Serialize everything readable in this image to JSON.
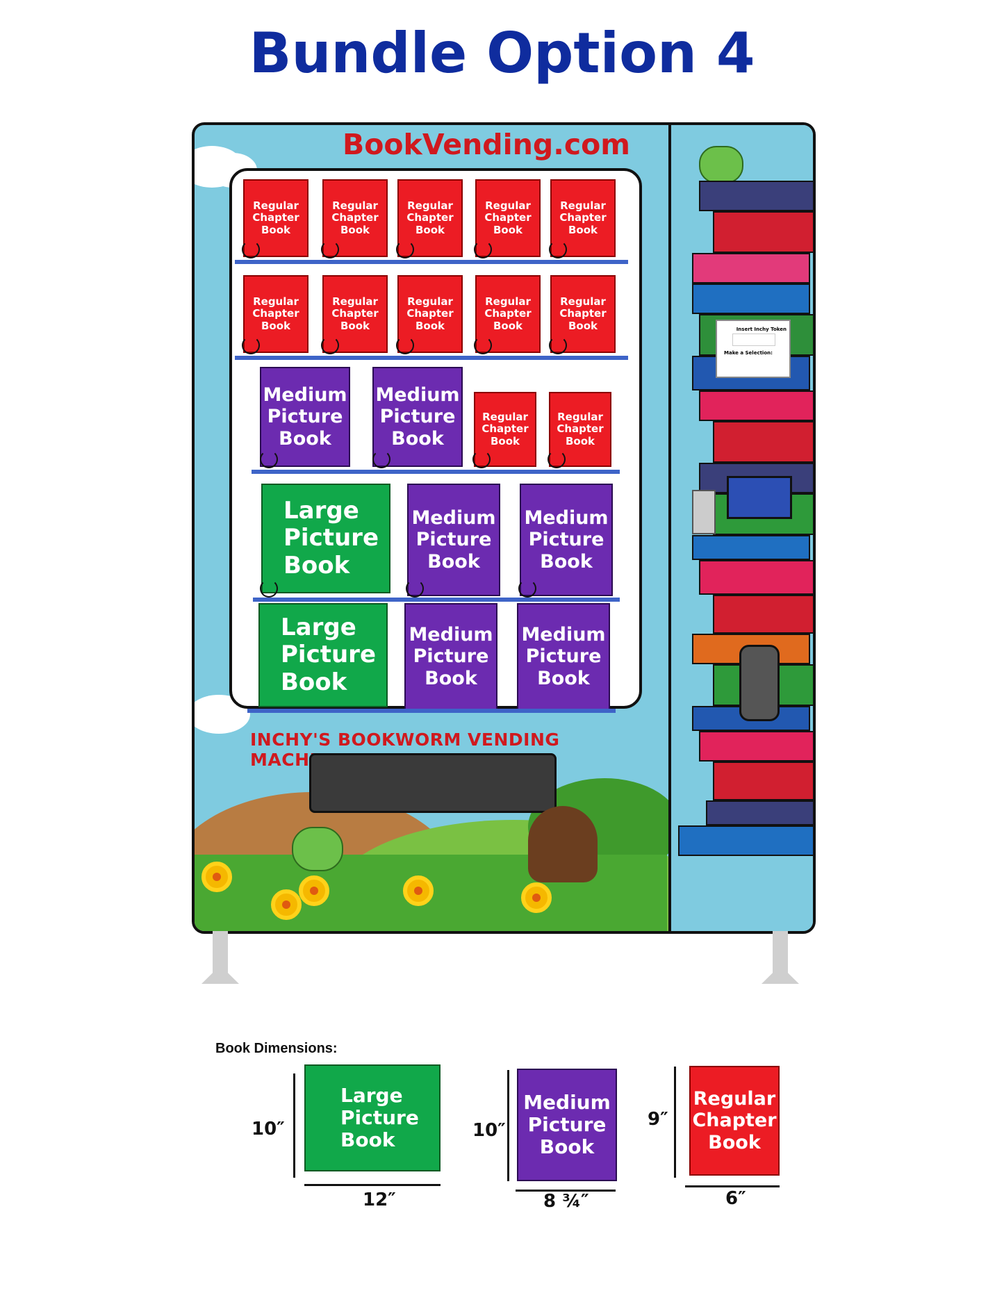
{
  "title": "Bundle Option 4",
  "brand": "BookVending.com",
  "machine_name": "INCHY'S BOOKWORM VENDING MACHINE",
  "token_panel": {
    "insert_text": "Insert Inchy Token",
    "select_text": "Make a Selection:"
  },
  "books": {
    "regular": "Regular Chapter Book",
    "medium": "Medium Picture Book",
    "large": "Large Picture Book"
  },
  "dimensions": {
    "heading": "Book Dimensions:",
    "large": {
      "label": "Large Picture Book",
      "height": "10″",
      "width": "12″"
    },
    "medium": {
      "label": "Medium Picture Book",
      "height": "10″",
      "width": "8 ¾″"
    },
    "regular": {
      "label": "Regular Chapter Book",
      "height": "9″",
      "width": "6″"
    }
  },
  "colors": {
    "title": "#0f2c9e",
    "regular": "#ec1c24",
    "medium": "#6c2bb0",
    "large": "#11a84a"
  }
}
